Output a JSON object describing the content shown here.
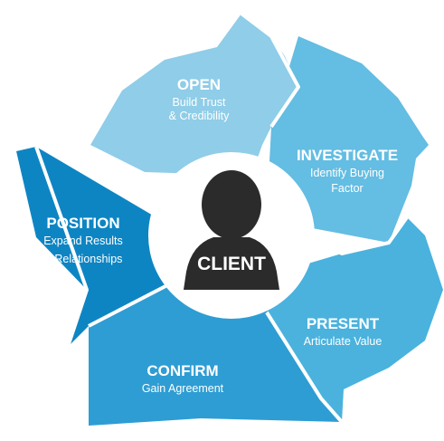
{
  "center": {
    "label": "CLIENT"
  },
  "segments": [
    {
      "title": "OPEN",
      "description_lines": [
        "Build Trust",
        "& Credibility"
      ],
      "color": "#8FCDE8"
    },
    {
      "title": "INVESTIGATE",
      "description_lines": [
        "Identify Buying",
        "Factor"
      ],
      "color": "#64BDE2"
    },
    {
      "title": "PRESENT",
      "description_lines": [
        "Articulate Value"
      ],
      "color": "#4AB2DD"
    },
    {
      "title": "CONFIRM",
      "description_lines": [
        "Gain Agreement"
      ],
      "color": "#2E9DD3"
    },
    {
      "title": "POSITION",
      "description_lines": [
        "Expand Results",
        "& Relationships"
      ],
      "color": "#0E85C3"
    }
  ],
  "colors": {
    "client_icon": "#2B2B2B",
    "background": "#FFFFFF"
  },
  "icon": "person-icon"
}
